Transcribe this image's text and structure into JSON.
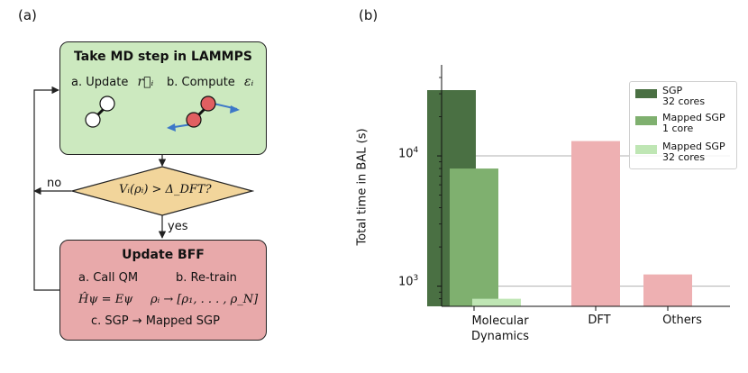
{
  "panel_a": {
    "label": "(a)",
    "md_box": {
      "title": "Take MD step in LAMMPS",
      "update_text": "a. Update",
      "update_symbol": "r⃗ᵢ",
      "compute_text": "b. Compute",
      "compute_symbol": "εᵢ"
    },
    "decision": {
      "condition": "Vᵢ(ρᵢ) > Δ_DFT?",
      "no_label": "no",
      "yes_label": "yes"
    },
    "bff_box": {
      "title": "Update BFF",
      "call_qm": "a. Call QM",
      "retrain": "b. Re-train",
      "eq_left": "Ĥψ = Eψ",
      "eq_right": "ρᵢ → [ρ₁, . . . , ρ_N]",
      "mapped": "c. SGP → Mapped SGP"
    }
  },
  "panel_b": {
    "label": "(b)",
    "legend": [
      {
        "line1": "SGP",
        "line2": "32 cores",
        "color": "#4a7043"
      },
      {
        "line1": "Mapped SGP",
        "line2": "1 core",
        "color": "#7fb06f"
      },
      {
        "line1": "Mapped SGP",
        "line2": "32 cores",
        "color": "#bfe6b4"
      }
    ],
    "colors": {
      "dark_green": "#4a7043",
      "mid_green": "#7fb06f",
      "light_green": "#bfe6b4",
      "pink": "#eeb0b2"
    }
  },
  "chart_data": {
    "type": "bar",
    "title": "",
    "xlabel": "",
    "ylabel": "Total time in BAL (s)",
    "yscale": "log",
    "ylim": [
      700,
      50000
    ],
    "yticks": [
      {
        "value": 1000,
        "base": "10",
        "exp": "3"
      },
      {
        "value": 10000,
        "base": "10",
        "exp": "4"
      }
    ],
    "grid": "horizontal major",
    "categories": [
      "Molecular\nDynamics",
      "DFT",
      "Others"
    ],
    "category_lines": [
      [
        "Molecular",
        "Dynamics"
      ],
      [
        "DFT"
      ],
      [
        "Others"
      ]
    ],
    "series": [
      {
        "name": "SGP 32 cores",
        "values": [
          32000,
          null,
          null
        ]
      },
      {
        "name": "Mapped SGP 1 core",
        "values": [
          8000,
          null,
          null
        ]
      },
      {
        "name": "Mapped SGP 32 cores",
        "values": [
          800,
          null,
          null
        ]
      },
      {
        "name": "",
        "values": [
          null,
          13000,
          1230
        ]
      }
    ],
    "legend_position": "top-right"
  }
}
